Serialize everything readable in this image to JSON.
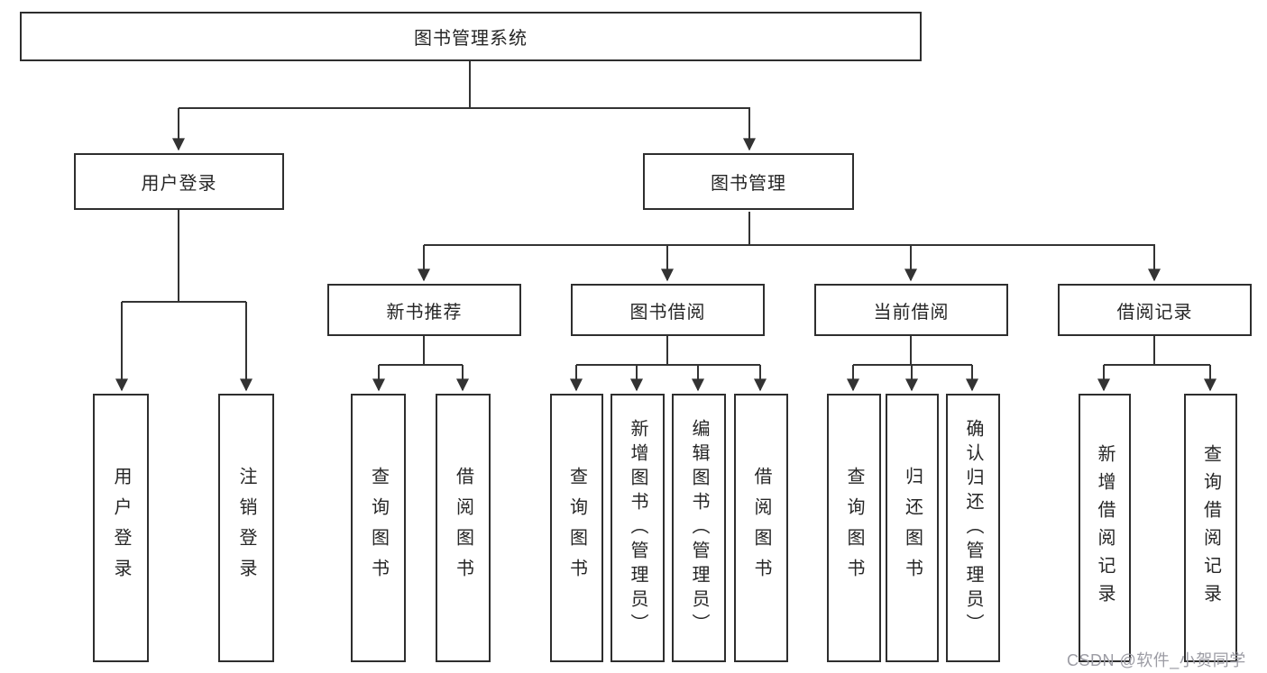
{
  "nodes": {
    "root": "图书管理系统",
    "user_login": "用户登录",
    "book_mgmt": "图书管理",
    "new_books": "新书推荐",
    "book_borrow": "图书借阅",
    "current_borrow": "当前借阅",
    "borrow_records": "借阅记录",
    "leaf_user_login": "用户登录",
    "leaf_logout": "注销登录",
    "nb_query": "查询图书",
    "nb_borrow": "借阅图书",
    "bb_query": "查询图书",
    "bb_add": "新增图书（管理员）",
    "bb_edit": "编辑图书（管理员）",
    "bb_borrow": "借阅图书",
    "cb_query": "查询图书",
    "cb_return": "归还图书",
    "cb_confirm": "确认归还（管理员）",
    "br_add": "新增借阅记录",
    "br_query": "查询借阅记录"
  },
  "watermark": "CSDN @软件_小贺同学",
  "colors": {
    "line": "#333333",
    "box_border": "#2e2e2e",
    "text": "#262626",
    "watermark": "#9c9ca4",
    "background": "#ffffff"
  }
}
